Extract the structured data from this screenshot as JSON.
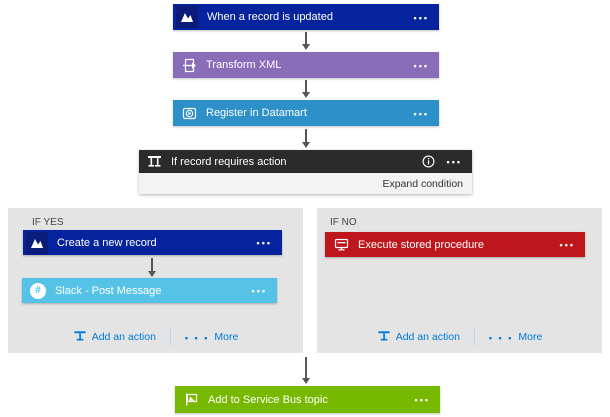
{
  "colors": {
    "dynamics_blue": "#06239e",
    "dynamics_tile": "#0a1b7a",
    "transform_purple": "#8a6db8",
    "datamart_blue": "#2e90c8",
    "condition_header_dark": "#2b2b2b",
    "condition_body_gray": "#f3f3f3",
    "condition_text": "#323130",
    "branch_bg": "#e4e4e4",
    "branch_label_text": "#454545",
    "slack_blue": "#56c3e6",
    "sql_red": "#bd161d",
    "servicebus_green": "#76b900",
    "link_blue": "#0078d7",
    "arrow_gray": "#565656"
  },
  "flow": {
    "trigger": {
      "label": "When a record is updated",
      "icon": "dynamics-crm-icon"
    },
    "transform": {
      "label": "Transform XML",
      "icon": "xml-transform-icon"
    },
    "register": {
      "label": "Register in Datamart",
      "icon": "datamart-icon"
    },
    "condition": {
      "label": "If record requires action",
      "expand_label": "Expand condition",
      "icon": "condition-icon"
    },
    "branch_yes": {
      "label": "IF YES",
      "actions": [
        {
          "label": "Create a new record",
          "icon": "dynamics-crm-icon"
        },
        {
          "label": "Slack - Post Message",
          "icon": "slack-icon"
        }
      ],
      "add_action_label": "Add an action",
      "more_label": "More"
    },
    "branch_no": {
      "label": "IF NO",
      "actions": [
        {
          "label": "Execute stored procedure",
          "icon": "sql-server-icon"
        }
      ],
      "add_action_label": "Add an action",
      "more_label": "More"
    },
    "final": {
      "label": "Add to Service Bus topic",
      "icon": "service-bus-icon"
    }
  },
  "ui": {
    "ellipsis": "•••",
    "more_dots": "• • •",
    "slack_hash": "#"
  }
}
